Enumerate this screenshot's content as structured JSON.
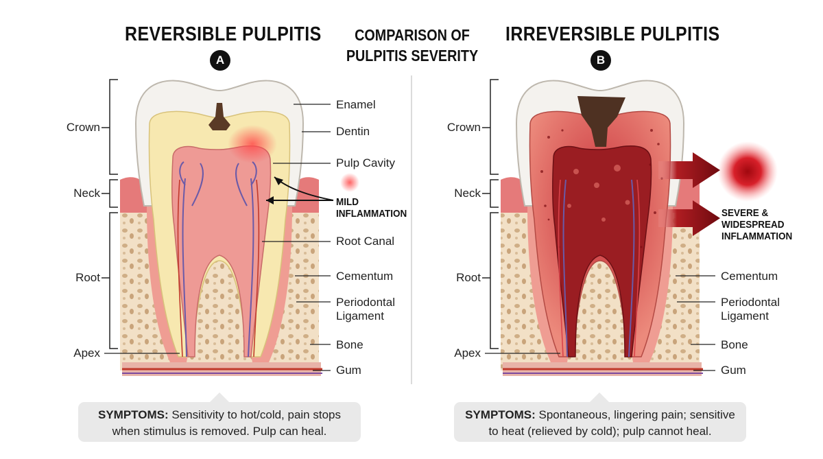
{
  "titles": {
    "left": "REVERSIBLE PULPITIS",
    "center_line1": "COMPARISON OF",
    "center_line2": "PULPITIS SEVERITY",
    "right": "IRREVERSIBLE PULPITIS"
  },
  "badges": {
    "left": "A",
    "right": "B"
  },
  "left_panel": {
    "region_labels": {
      "crown": "Crown",
      "neck": "Neck",
      "root": "Root",
      "apex": "Apex"
    },
    "part_labels": {
      "enamel": "Enamel",
      "dentin": "Dentin",
      "pulp_cavity": "Pulp Cavity",
      "root_canal": "Root Canal",
      "cementum": "Cementum",
      "periodontal_line1": "Periodontal",
      "periodontal_line2": "Ligament",
      "bone": "Bone",
      "gum": "Gum"
    },
    "inflammation_line1": "MILD",
    "inflammation_line2": "INFLAMMATION",
    "symptoms_label": "SYMPTOMS:",
    "symptoms_text_1": " Sensitivity to hot/cold, pain stops",
    "symptoms_text_2": "when stimulus is removed. Pulp can heal."
  },
  "right_panel": {
    "region_labels": {
      "crown": "Crown",
      "neck": "Neck",
      "root": "Root",
      "apex": "Apex"
    },
    "part_labels": {
      "cementum": "Cementum",
      "periodontal_line1": "Periodontal",
      "periodontal_line2": "Ligament",
      "bone": "Bone",
      "gum": "Gum"
    },
    "inflammation_line1": "SEVERE &",
    "inflammation_line2": "WIDESPREAD",
    "inflammation_line3": "INFLAMMATION",
    "symptoms_label": "SYMPTOMS:",
    "symptoms_text_1": " Spontaneous, lingering pain; sensitive",
    "symptoms_text_2": "to heat (relieved by cold); pulp cannot heal."
  },
  "colors": {
    "enamel": "#f4f2ee",
    "dentin_mild": "#f8eab0",
    "pulp_mild": "#e8928e",
    "dentin_severe": "#e26c60",
    "pulp_severe": "#9a1d22",
    "bone": "#f0dcc0",
    "bone_pores": "#c9a781",
    "gum": "#e27676",
    "decay": "#5a3a26",
    "vein": "#6a5aa8",
    "artery": "#c0392b",
    "symptom_box": "#e9e9e9"
  }
}
